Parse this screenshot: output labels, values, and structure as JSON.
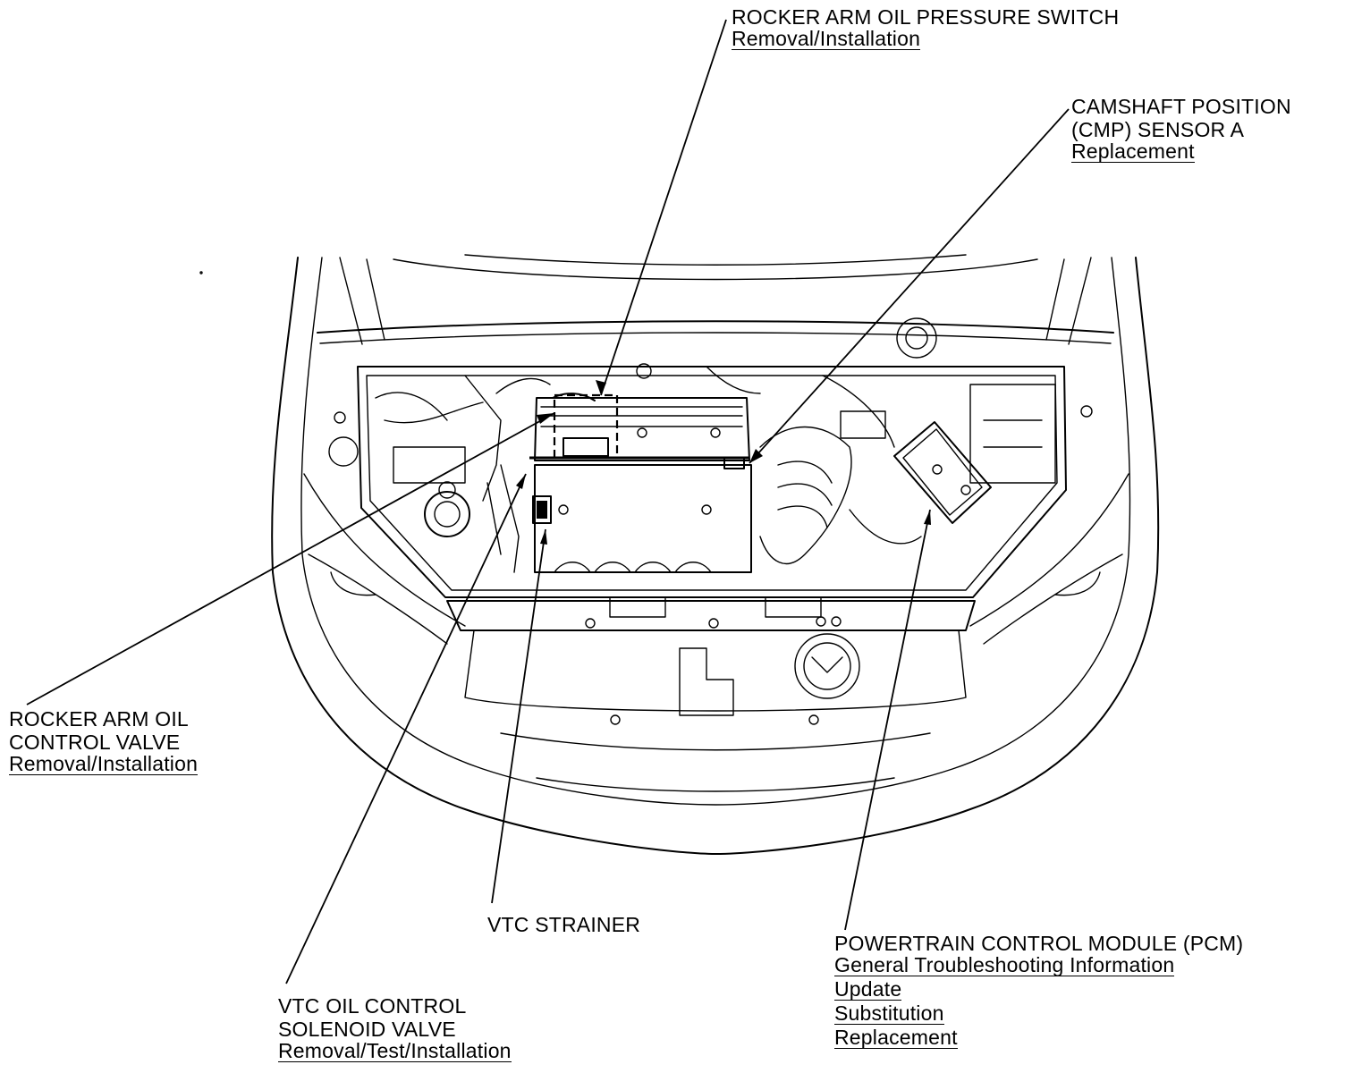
{
  "callouts": {
    "rocker_pressure_switch": {
      "title_lines": [
        "ROCKER ARM OIL PRESSURE SWITCH"
      ],
      "links": [
        "Removal/Installation"
      ]
    },
    "cmp_sensor": {
      "title_lines": [
        "CAMSHAFT POSITION",
        "(CMP) SENSOR A"
      ],
      "links": [
        "Replacement"
      ]
    },
    "rocker_control_valve": {
      "title_lines": [
        "ROCKER ARM OIL",
        "CONTROL VALVE"
      ],
      "links": [
        "Removal/Installation"
      ]
    },
    "vtc_strainer": {
      "title_lines": [
        "VTC STRAINER"
      ],
      "links": []
    },
    "vtc_solenoid": {
      "title_lines": [
        "VTC OIL CONTROL",
        "SOLENOID VALVE"
      ],
      "links": [
        "Removal/Test/Installation"
      ]
    },
    "pcm": {
      "title_lines": [
        "POWERTRAIN CONTROL MODULE (PCM)"
      ],
      "links": [
        "General Troubleshooting Information",
        "Update",
        "Substitution",
        "Replacement"
      ]
    }
  }
}
